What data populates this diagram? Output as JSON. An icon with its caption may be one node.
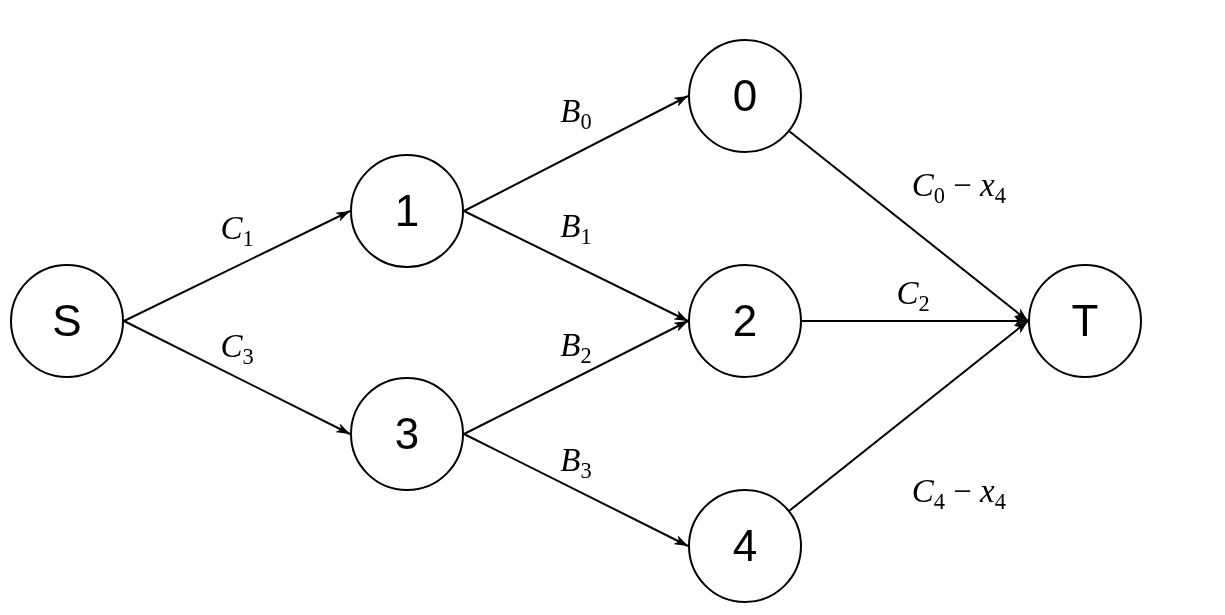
{
  "diagram": {
    "nodes": [
      {
        "text": [
          "S"
        ]
      },
      {
        "text": [
          "1"
        ]
      },
      {
        "text": [
          "3"
        ]
      },
      {
        "text": [
          "0"
        ]
      },
      {
        "text": [
          "2"
        ]
      },
      {
        "text": [
          "4"
        ]
      },
      {
        "text": [
          "T"
        ]
      }
    ],
    "edges": [
      {
        "from": 0,
        "to": 1,
        "arrow": "to",
        "label": "*C*$_{1}$"
      },
      {
        "from": 0,
        "to": 2,
        "arrow": "to",
        "label": "*C*$_{3}$"
      },
      {
        "from": 1,
        "to": 3,
        "arrow": "to",
        "label": "*B*$_{0}$"
      },
      {
        "from": 1,
        "to": 4,
        "arrow": "to",
        "label": "*B*$_{1}$"
      },
      {
        "from": 2,
        "to": 4,
        "arrow": "to",
        "label": "*B*$_{2}$"
      },
      {
        "from": 2,
        "to": 5,
        "arrow": "to",
        "label": "*B*$_{3}$"
      },
      {
        "from": 3,
        "to": 6,
        "arrow": "to",
        "label": "*C*$_{0}$ − *x*$_{4}$"
      },
      {
        "from": 4,
        "to": 6,
        "arrow": "to",
        "label": "*C*$_{2}$"
      },
      {
        "from": 5,
        "to": 6,
        "arrow": "to",
        "label": "*C*$_{4}$ − *x*$_{4}$"
      }
    ]
  }
}
